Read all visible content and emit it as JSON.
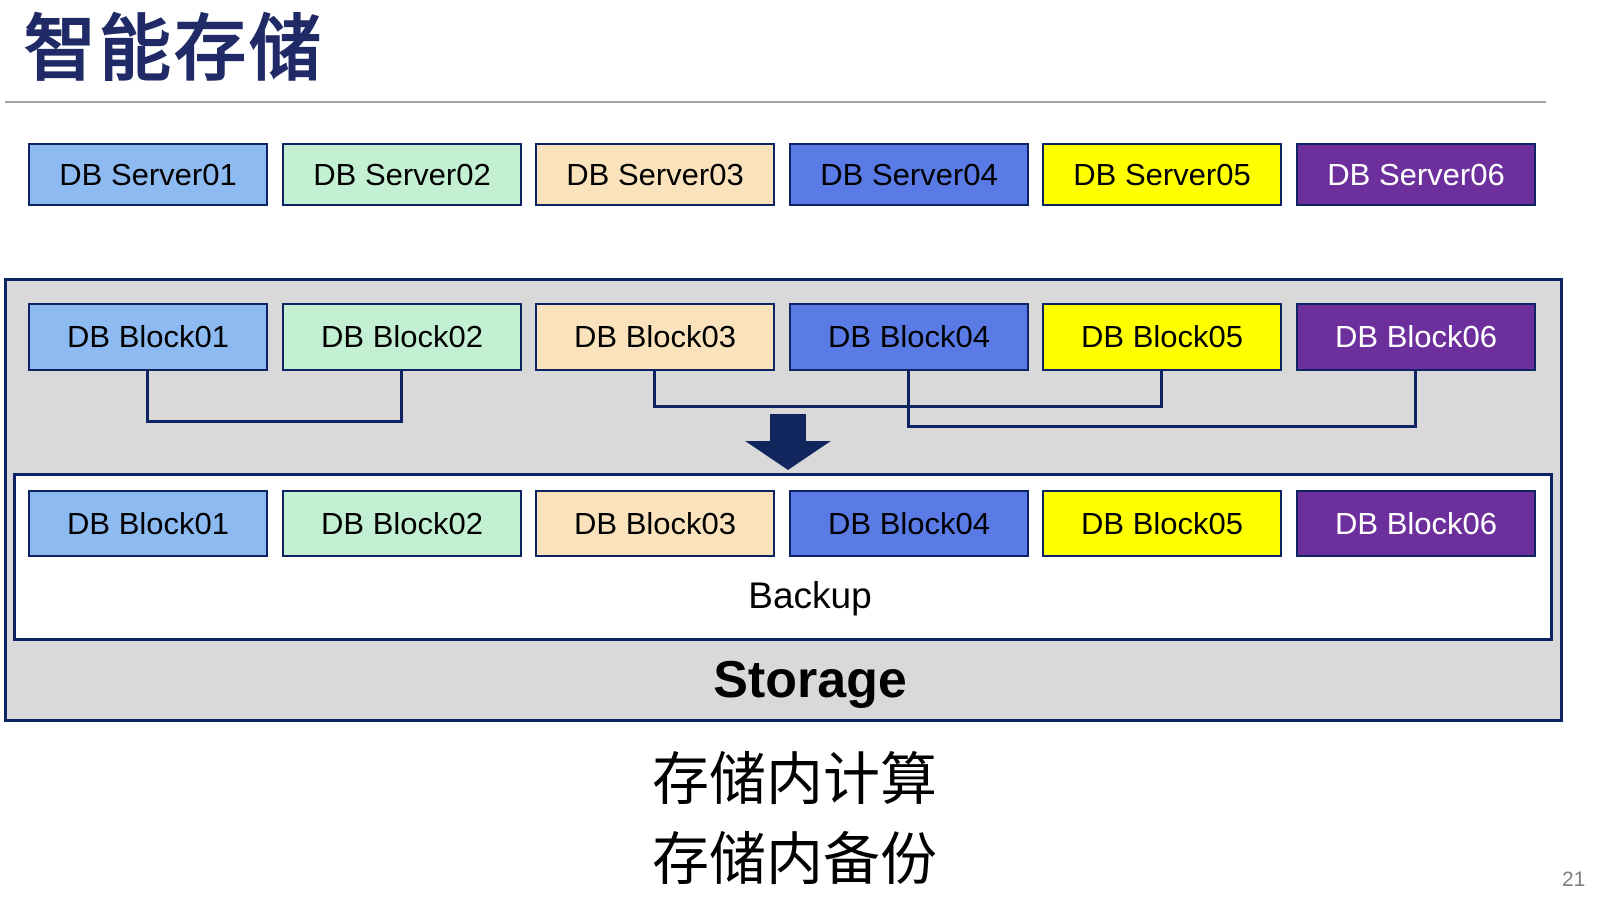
{
  "title": "智能存储",
  "accent_navy": "#0e2363",
  "gray_fill": "#d9d9d9",
  "palette": [
    {
      "name": "light-blue",
      "bg": "#8ebaf2",
      "fg": "#000000"
    },
    {
      "name": "mint-green",
      "bg": "#c3efd3",
      "fg": "#000000"
    },
    {
      "name": "tan",
      "bg": "#fae3bc",
      "fg": "#000000"
    },
    {
      "name": "royal-blue",
      "bg": "#5a7be6",
      "fg": "#000000"
    },
    {
      "name": "yellow",
      "bg": "#ffff00",
      "fg": "#000000"
    },
    {
      "name": "purple",
      "bg": "#6c2f9c",
      "fg": "#ffffff"
    }
  ],
  "servers": [
    {
      "label": "DB Server01"
    },
    {
      "label": "DB Server02"
    },
    {
      "label": "DB Server03"
    },
    {
      "label": "DB Server04"
    },
    {
      "label": "DB Server05"
    },
    {
      "label": "DB Server06"
    }
  ],
  "storage_box": {
    "blocks_top": [
      {
        "label": "DB Block01"
      },
      {
        "label": "DB Block02"
      },
      {
        "label": "DB Block03"
      },
      {
        "label": "DB Block04"
      },
      {
        "label": "DB Block05"
      },
      {
        "label": "DB Block06"
      }
    ],
    "inner_box": {
      "blocks": [
        {
          "label": "DB Block01"
        },
        {
          "label": "DB Block02"
        },
        {
          "label": "DB Block03"
        },
        {
          "label": "DB Block04"
        },
        {
          "label": "DB Block05"
        },
        {
          "label": "DB Block06"
        }
      ],
      "backup_label": "Backup"
    },
    "storage_label": "Storage"
  },
  "icons": {
    "down_arrow": "⬇"
  },
  "caption": {
    "line1": "存储内计算",
    "line2": "存储内备份"
  },
  "page_number": "21"
}
